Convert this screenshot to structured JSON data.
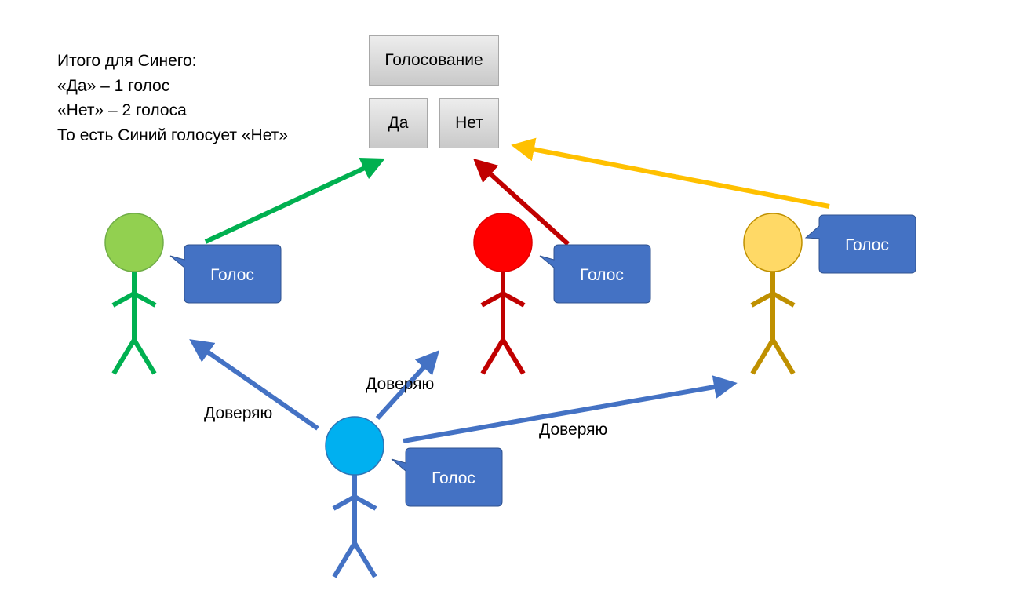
{
  "summary": {
    "line1": "Итого для Синего:",
    "line2": "«Да» – 1 голос",
    "line3": "«Нет» – 2 голоса",
    "line4": "То есть Синий голосует «Нет»"
  },
  "voting": {
    "title": "Голосование",
    "yes": "Да",
    "no": "Нет"
  },
  "voice_label": "Голос",
  "trust_label": "Доверяю",
  "colors": {
    "green_head": "#92d050",
    "green_body": "#00b050",
    "red_head": "#ff0000",
    "red_body": "#c00000",
    "yellow_head": "#ffd966",
    "yellow_body": "#bf9000",
    "yellow_arrow": "#ffc000",
    "blue_head": "#00b0f0",
    "blue_body": "#4472c4",
    "bubble": "#4472c4"
  }
}
